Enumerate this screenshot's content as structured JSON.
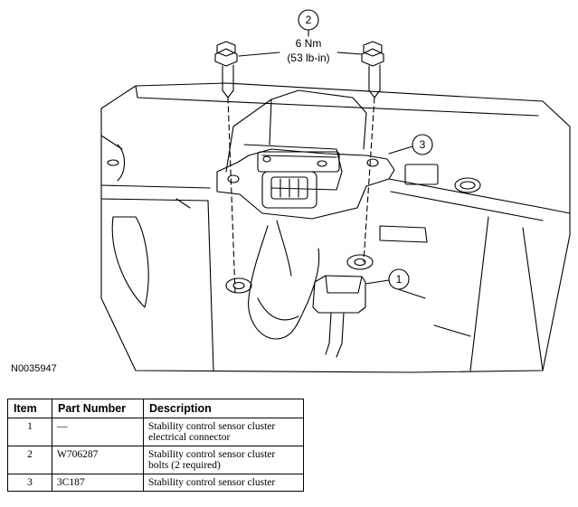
{
  "figure_id": "N0035947",
  "callouts": [
    {
      "number": "1"
    },
    {
      "number": "2",
      "torque": "6 Nm",
      "torque_imperial": "(53 lb-in)"
    },
    {
      "number": "3"
    }
  ],
  "table": {
    "headers": [
      "Item",
      "Part Number",
      "Description"
    ],
    "rows": [
      {
        "item": "1",
        "part": "—",
        "desc_line1": "Stability control sensor cluster",
        "desc_line2": "electrical connector"
      },
      {
        "item": "2",
        "part": "W706287",
        "desc_line1": "Stability control sensor cluster",
        "desc_line2": "bolts (2 required)"
      },
      {
        "item": "3",
        "part": "3C187",
        "desc_line1": "Stability control sensor cluster",
        "desc_line2": ""
      }
    ]
  }
}
